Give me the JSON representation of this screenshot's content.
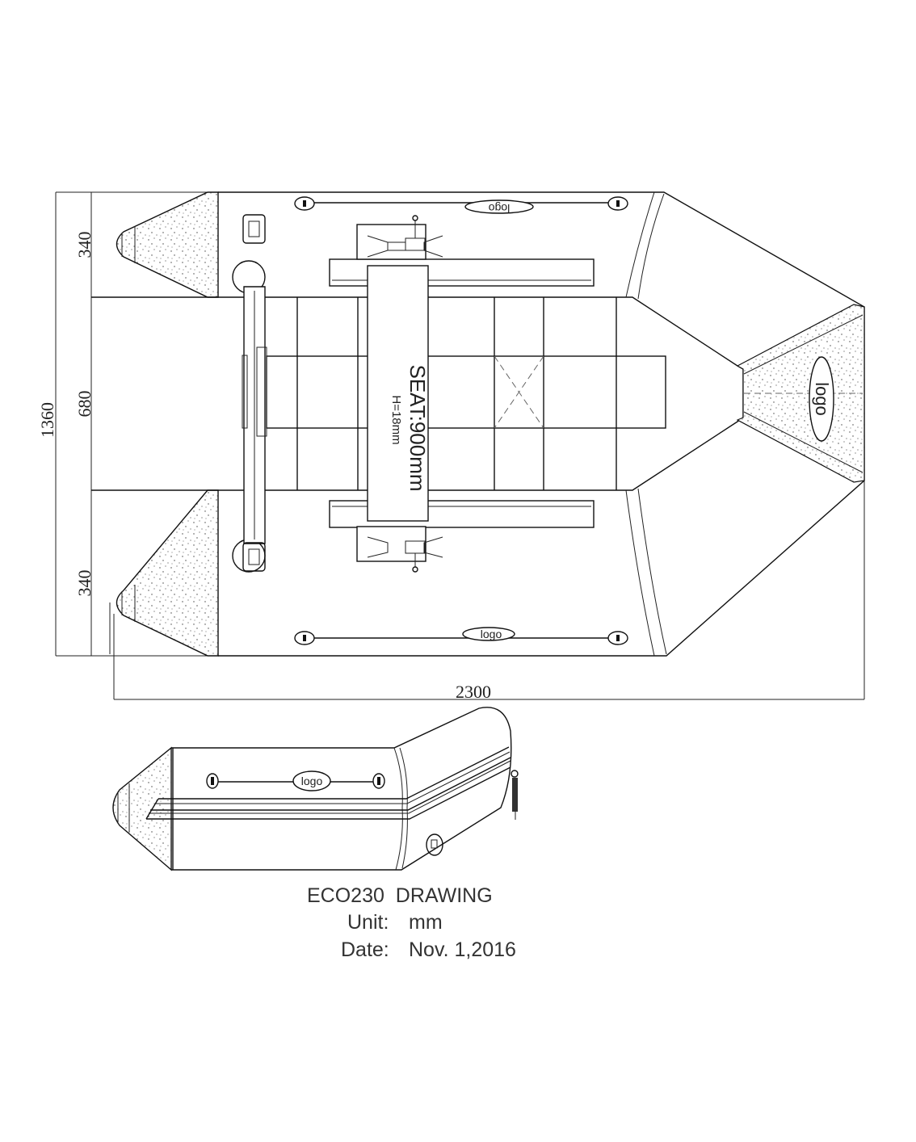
{
  "dimensions": {
    "overall_width": "1360",
    "tube_top": "340",
    "floor_width": "680",
    "tube_bottom": "340",
    "overall_length": "2300"
  },
  "labels": {
    "seat": "SEAT:900mm",
    "seat_thickness": "H=18mm",
    "logo_top": "logo",
    "logo_bottom": "logo",
    "logo_bow": "logo",
    "logo_side": "logo"
  },
  "title_block": {
    "title": "ECO230  DRAWING",
    "unit_label": "Unit:",
    "unit_value": "mm",
    "date_label": "Date:",
    "date_value": "Nov. 1,2016"
  }
}
